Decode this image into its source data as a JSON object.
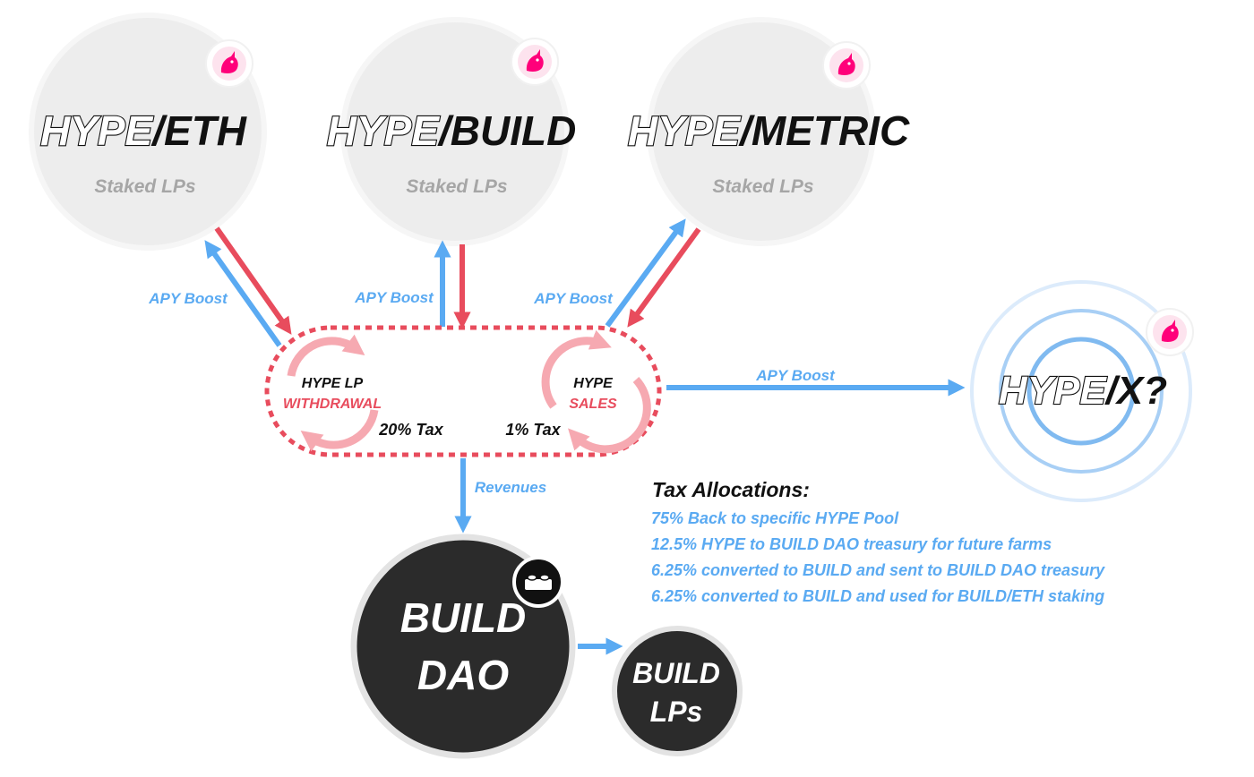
{
  "pools": [
    {
      "name_prefix": "HYPE",
      "name_suffix": "/ETH",
      "label": "Staked LPs"
    },
    {
      "name_prefix": "HYPE",
      "name_suffix": "/BUILD",
      "label": "Staked LPs"
    },
    {
      "name_prefix": "HYPE",
      "name_suffix": "/METRIC",
      "label": "Staked LPs"
    }
  ],
  "future_pool": {
    "name_prefix": "HYPE",
    "name_suffix": "/X?"
  },
  "edge_labels": {
    "apy_boost_1": "APY Boost",
    "apy_boost_2": "APY Boost",
    "apy_boost_3": "APY Boost",
    "apy_boost_future": "APY Boost",
    "revenues": "Revenues"
  },
  "tax_box": {
    "withdrawal_line1": "HYPE LP",
    "withdrawal_line2": "WITHDRAWAL",
    "withdrawal_tax": "20% Tax",
    "sales_line1": "HYPE",
    "sales_line2": "SALES",
    "sales_tax": "1% Tax"
  },
  "build_dao": {
    "line1": "BUILD",
    "line2": "DAO"
  },
  "build_lps": {
    "line1": "BUILD",
    "line2": "LPs"
  },
  "tax_allocations": {
    "title": "Tax Allocations:",
    "items": [
      "75% Back to specific HYPE Pool",
      "12.5% HYPE to BUILD DAO treasury for future farms",
      "6.25% converted to BUILD and sent to BUILD DAO treasury",
      "6.25% converted to BUILD and used for BUILD/ETH staking"
    ]
  },
  "icons": {
    "pool_badge": "uniswap-unicorn-icon",
    "dao_badge": "lego-brick-icon"
  },
  "colors": {
    "blue": "#5aaaf2",
    "red": "#e84c5d",
    "pink": "#f6a9b1",
    "pool_fill": "#ededed",
    "dark": "#2b2b2b"
  }
}
